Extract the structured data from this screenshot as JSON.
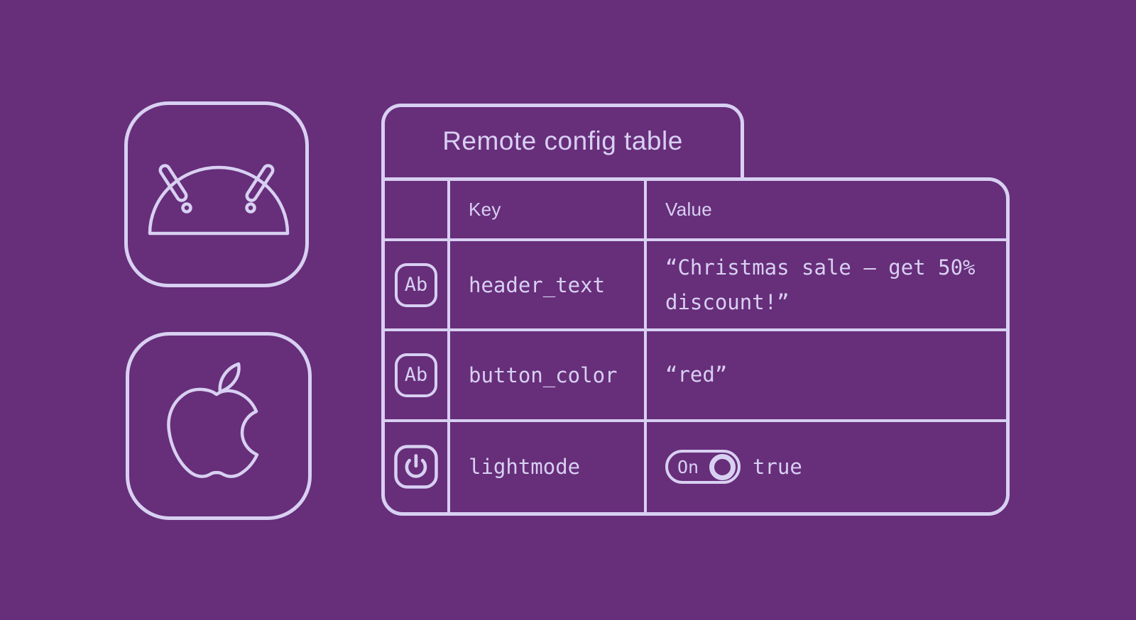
{
  "colors": {
    "background": "#672E7A",
    "accent_line": "#D8D0F2"
  },
  "platform_icons": [
    {
      "name": "android"
    },
    {
      "name": "apple"
    }
  ],
  "table": {
    "title": "Remote config table",
    "columns": {
      "type": "",
      "key": "Key",
      "value": "Value"
    },
    "rows": [
      {
        "type_icon": "text-type-icon",
        "type_label": "Ab",
        "key": "header_text",
        "value": "“Christmas sale — get 50% discount!”"
      },
      {
        "type_icon": "text-type-icon",
        "type_label": "Ab",
        "key": "button_color",
        "value": "“red”"
      },
      {
        "type_icon": "power-icon",
        "key": "lightmode",
        "toggle": {
          "label": "On",
          "state_text": "true"
        }
      }
    ]
  }
}
